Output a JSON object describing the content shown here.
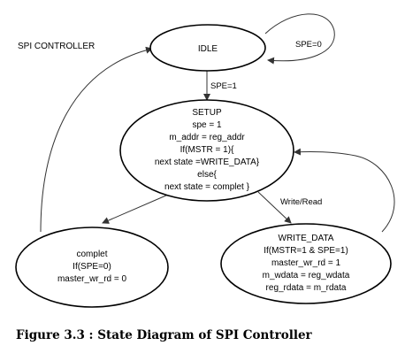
{
  "diagram": {
    "title": "SPI CONTROLLER",
    "states": {
      "idle": {
        "lines": [
          "IDLE"
        ]
      },
      "setup": {
        "lines": [
          "SETUP",
          "spe = 1",
          "m_addr = reg_addr",
          "If(MSTR = 1){",
          "next state =WRITE_DATA}",
          "else{",
          "next state = complet }"
        ]
      },
      "complet": {
        "lines": [
          "complet",
          "If(SPE=0)",
          "master_wr_rd = 0"
        ]
      },
      "write_data": {
        "lines": [
          "WRITE_DATA",
          "If(MSTR=1 & SPE=1)",
          "master_wr_rd = 1",
          "m_wdata = reg_wdata",
          "reg_rdata = m_rdata"
        ]
      }
    },
    "transitions": {
      "idle_self": "SPE=0",
      "idle_to_setup": "SPE=1",
      "setup_to_write": "Write/Read"
    }
  },
  "caption": "Figure 3.3 : State Diagram of SPI Controller"
}
